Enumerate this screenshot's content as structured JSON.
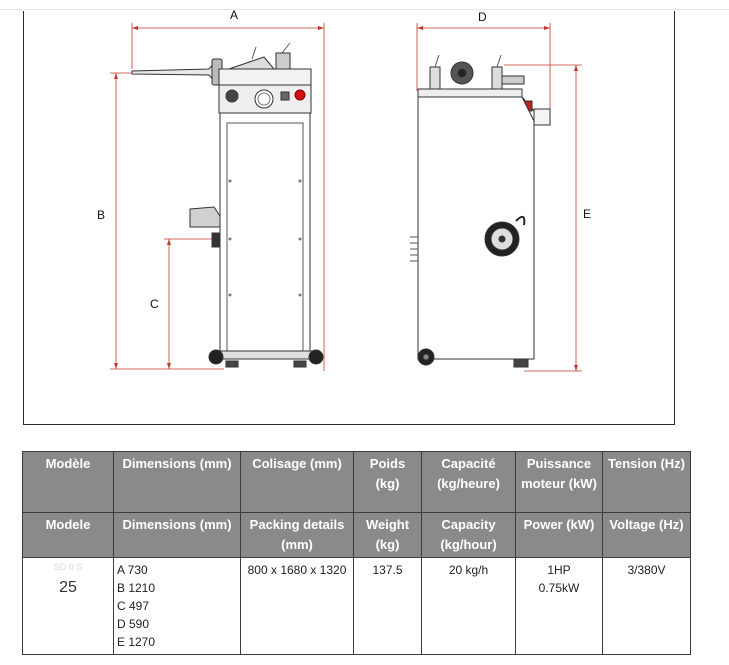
{
  "drawing": {
    "labels": {
      "a": "A",
      "b": "B",
      "c": "C",
      "d": "D",
      "e": "E"
    }
  },
  "table": {
    "header_fr": [
      "Modèle",
      "Dimensions (mm)",
      "Colisage (mm)",
      "Poids (kg)",
      "Capacité (kg/heure)",
      "Puissance moteur (kW)",
      "Tension (Hz)"
    ],
    "header_en": [
      "Modele",
      "Dimensions (mm)",
      "Packing details (mm)",
      "Weight (kg)",
      "Capacity (kg/hour)",
      "Power (kW)",
      "Voltage (Hz)"
    ],
    "row": {
      "model_faint": "SD 0 S",
      "model": "25",
      "dimensions": [
        "A 730",
        "B 1210",
        "C 497",
        "D 590",
        "E 1270"
      ],
      "packing": "800 x 1680 x 1320",
      "weight": "137.5",
      "capacity": "20 kg/h",
      "power_hp": "1HP",
      "power_kw": "0.75kW",
      "voltage": "3/380V"
    }
  },
  "colors": {
    "dimension_line": "#c0392b",
    "header_bg": "#8a8a8a",
    "frame": "#2a2a2a"
  }
}
